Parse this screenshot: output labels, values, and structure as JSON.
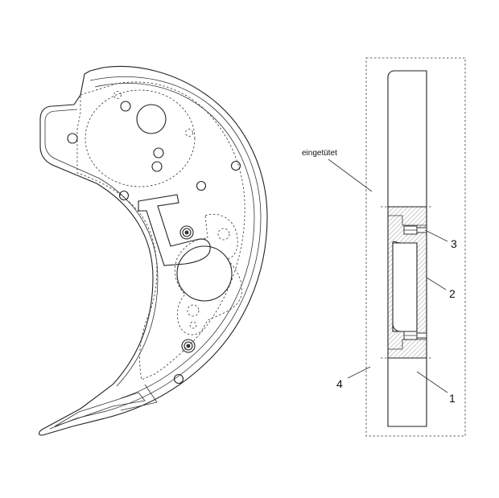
{
  "labels": {
    "annotation": "eingetütet",
    "part_1": "1",
    "part_2": "2",
    "part_3": "3",
    "part_4": "4"
  },
  "colors": {
    "line": "#222222",
    "background": "#ffffff"
  }
}
